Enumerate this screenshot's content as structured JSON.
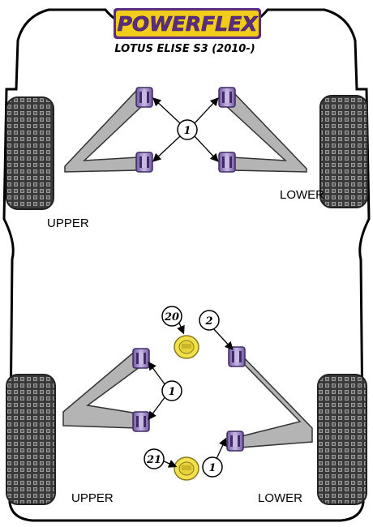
{
  "brand": {
    "logo_text": "POWERFLEX",
    "model": "LOTUS ELISE S3 (2010-)"
  },
  "labels": {
    "front_upper": "UPPER",
    "front_lower": "LOWER",
    "rear_upper": "UPPER",
    "rear_lower": "LOWER"
  },
  "callouts": {
    "front_bush": "1",
    "rear_upper_bush": "1",
    "rear_lower_bush": "1",
    "rear_top_outer": "2",
    "rear_mount_upper": "20",
    "rear_mount_lower": "21"
  },
  "colors": {
    "logo_yellow": "#f2cc1a",
    "logo_purple": "#5a2d82",
    "bush_purple": "#9c86c4",
    "bush_dark": "#3f2a63",
    "arm_grey": "#b4b4b4",
    "mount_yellow": "#f2e14a"
  }
}
